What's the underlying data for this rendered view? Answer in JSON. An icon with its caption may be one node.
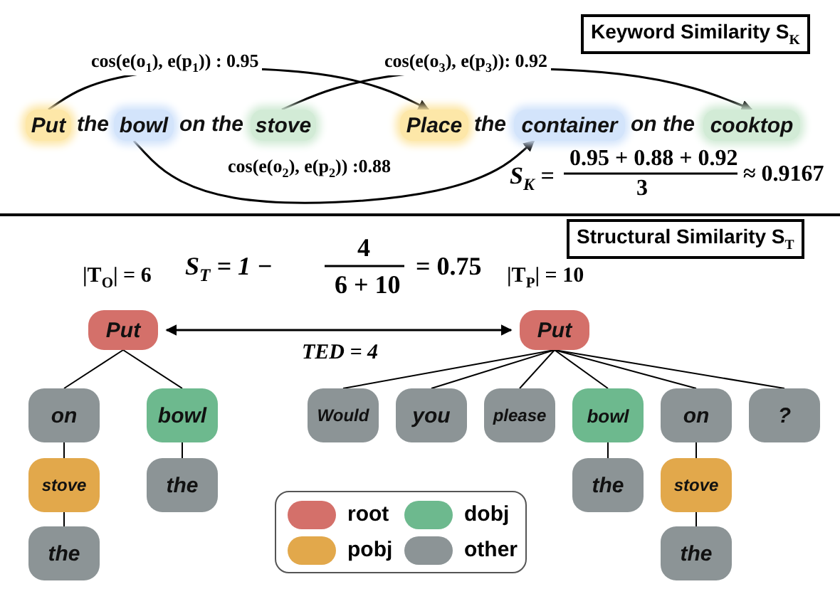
{
  "diagram": {
    "nodes": [
      {
        "text": [
          "Put"
        ]
      },
      {
        "text": [
          "bowl"
        ]
      },
      {
        "text": [
          "stove"
        ]
      },
      {
        "text": [
          "Place"
        ]
      },
      {
        "text": [
          "container"
        ]
      },
      {
        "text": [
          "cooktop"
        ]
      },
      {
        "text": [
          "Put"
        ],
        "beside": [
          "|T$_{O}$| = 6"
        ]
      },
      {
        "text": [
          "on"
        ]
      },
      {
        "text": [
          "bowl"
        ]
      },
      {
        "text": [
          "stove"
        ]
      },
      {
        "text": [
          "the"
        ]
      },
      {
        "text": [
          "the"
        ]
      },
      {
        "text": [
          "Put"
        ],
        "beside": [
          "|T$_{P}$| = 10"
        ]
      },
      {
        "text": [
          "Would"
        ]
      },
      {
        "text": [
          "you"
        ]
      },
      {
        "text": [
          "please"
        ]
      },
      {
        "text": [
          "bowl"
        ]
      },
      {
        "text": [
          "on"
        ]
      },
      {
        "text": [
          "?"
        ]
      },
      {
        "text": [
          "the"
        ]
      },
      {
        "text": [
          "stove"
        ]
      },
      {
        "text": [
          "the"
        ]
      }
    ],
    "edges": [
      {
        "from": 0,
        "to": 3,
        "arrow": "to",
        "label": "cos(e(o$_{1}$), e(p$_{1}$)) : 0.95"
      },
      {
        "from": 1,
        "to": 4,
        "arrow": "to",
        "label": "cos(e(o$_{2}$), e(p$_{2}$)) :0.88"
      },
      {
        "from": 2,
        "to": 5,
        "arrow": "to",
        "label": "cos(e(o$_{3}$), e(p$_{3}$)): 0.92"
      },
      {
        "from": 6,
        "to": 12,
        "arrow": "both",
        "label": "TED = 4"
      },
      {
        "from": 6,
        "to": 7,
        "arrow": "none"
      },
      {
        "from": 6,
        "to": 8,
        "arrow": "none"
      },
      {
        "from": 7,
        "to": 9,
        "arrow": "none"
      },
      {
        "from": 9,
        "to": 11,
        "arrow": "none"
      },
      {
        "from": 8,
        "to": 10,
        "arrow": "none"
      },
      {
        "from": 12,
        "to": 13,
        "arrow": "none"
      },
      {
        "from": 12,
        "to": 14,
        "arrow": "none"
      },
      {
        "from": 12,
        "to": 15,
        "arrow": "none"
      },
      {
        "from": 12,
        "to": 16,
        "arrow": "none"
      },
      {
        "from": 12,
        "to": 17,
        "arrow": "none"
      },
      {
        "from": 12,
        "to": 18,
        "arrow": "none"
      },
      {
        "from": 16,
        "to": 19,
        "arrow": "none"
      },
      {
        "from": 17,
        "to": 20,
        "arrow": "none"
      },
      {
        "from": 20,
        "to": 21,
        "arrow": "none"
      }
    ],
    "labels": [
      "Keyword Similarity S$_{K}$",
      "the",
      "on the",
      "the",
      "on the",
      "S$_{K}$ =",
      "0.95 + 0.88 + 0.92",
      "3",
      "≈ 0.9167",
      "Structural Similarity S$_{T}$",
      "S$_{T}$ = 1 −",
      "4",
      "6 + 10",
      "= 0.75"
    ],
    "legend": [
      {
        "text": "root",
        "color": "#d4706a"
      },
      {
        "text": "dobj",
        "color": "#6db98e"
      },
      {
        "text": "pobj",
        "color": "#e2a84b"
      },
      {
        "text": "other",
        "color": "#8c9496"
      }
    ]
  }
}
